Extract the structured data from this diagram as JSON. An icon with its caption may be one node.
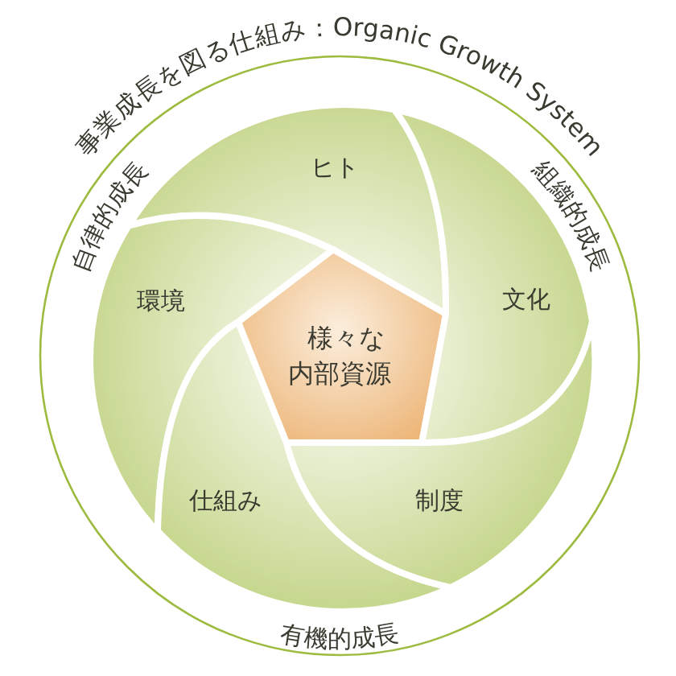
{
  "diagram": {
    "title": "事業成長を図る仕組み：Organic Growth System",
    "nodes": [
      {
        "text": [
          "ヒト"
        ]
      },
      {
        "text": [
          "環境"
        ]
      },
      {
        "text": [
          "文化"
        ]
      },
      {
        "text": [
          "様々な内部資源"
        ]
      },
      {
        "text": [
          "仕組み"
        ]
      },
      {
        "text": [
          "制度"
        ]
      }
    ],
    "labels": [
      "自律的成長",
      "組織的成長",
      "有機的成長"
    ]
  }
}
